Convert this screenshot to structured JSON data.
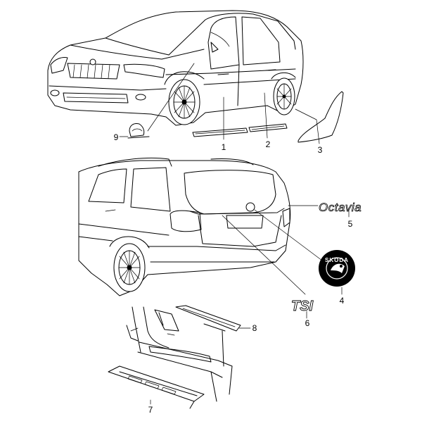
{
  "callouts": [
    {
      "id": "1",
      "label": "1"
    },
    {
      "id": "2",
      "label": "2"
    },
    {
      "id": "3",
      "label": "3"
    },
    {
      "id": "4",
      "label": "4"
    },
    {
      "id": "5",
      "label": "5"
    },
    {
      "id": "6",
      "label": "6"
    },
    {
      "id": "7",
      "label": "7"
    },
    {
      "id": "8",
      "label": "8"
    },
    {
      "id": "9",
      "label": "9"
    }
  ],
  "emblems": {
    "model_badge": "Octavia",
    "engine_badge": "TSI",
    "brand_badge": "SKODA"
  }
}
